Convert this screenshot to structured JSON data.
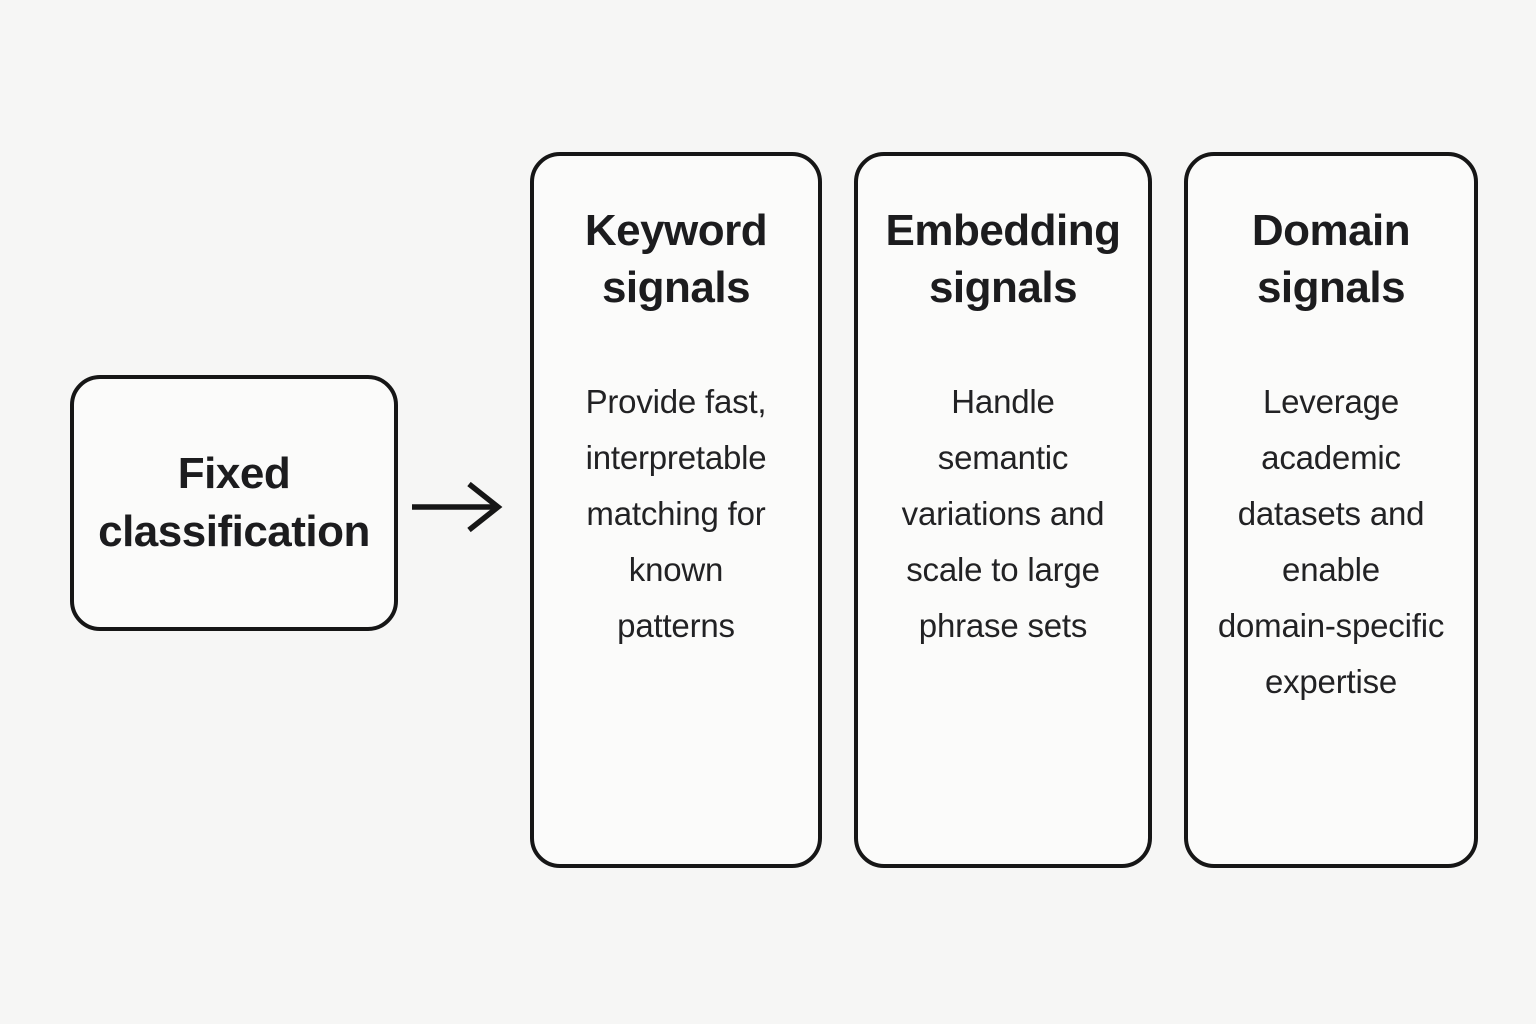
{
  "diagram": {
    "source_label": "Fixed\nclassification",
    "arrow": {
      "icon": "right-arrow-icon",
      "direction": "right"
    },
    "cards": [
      {
        "title": "Keyword\nsignals",
        "description": "Provide fast,\ninterpretable\nmatching for\nknown\npatterns"
      },
      {
        "title": "Embedding\nsignals",
        "description": "Handle\nsemantic\nvariations and\nscale to large\nphrase sets"
      },
      {
        "title": "Domain\nsignals",
        "description": "Leverage\nacademic\ndatasets and\nenable\ndomain-specific\nexpertise"
      }
    ],
    "colors": {
      "background": "#f6f6f5",
      "box_fill": "#fbfbfa",
      "stroke": "#161616",
      "text": "#1c1c1e"
    }
  }
}
